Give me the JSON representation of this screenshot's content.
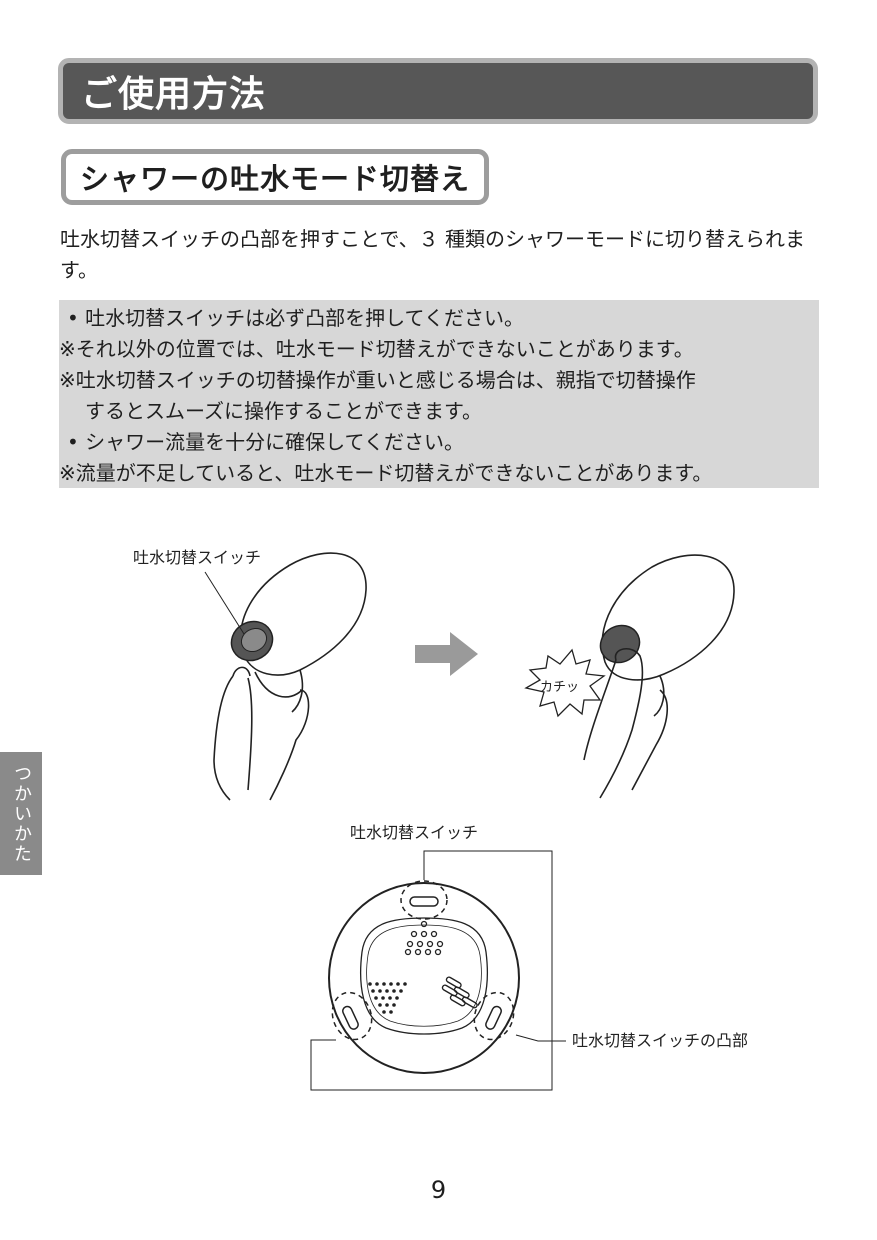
{
  "header": {
    "title": "ご使用方法"
  },
  "section": {
    "title": "シャワーの吐水モード切替え"
  },
  "intro": {
    "text": "吐水切替スイッチの凸部を押すことで、３ 種類のシャワーモードに切り替えられます。"
  },
  "notes": [
    "• 吐水切替スイッチは必ず凸部を押してください。",
    "※それ以外の位置では、吐水モード切替えができないことがあります。",
    "※吐水切替スイッチの切替操作が重いと感じる場合は、親指で切替操作",
    "するとスムーズに操作することができます。",
    "• シャワー流量を十分に確保してください。",
    "※流量が不足していると、吐水モード切替えができないことがあります。"
  ],
  "figure": {
    "switch_label": "吐水切替スイッチ",
    "click_sound": "カチッ",
    "top_switch_label": "吐水切替スイッチ",
    "protrusion_label": "吐水切替スイッチの凸部"
  },
  "side_tab": {
    "label": "つかいかた"
  },
  "page": {
    "number": "9"
  }
}
